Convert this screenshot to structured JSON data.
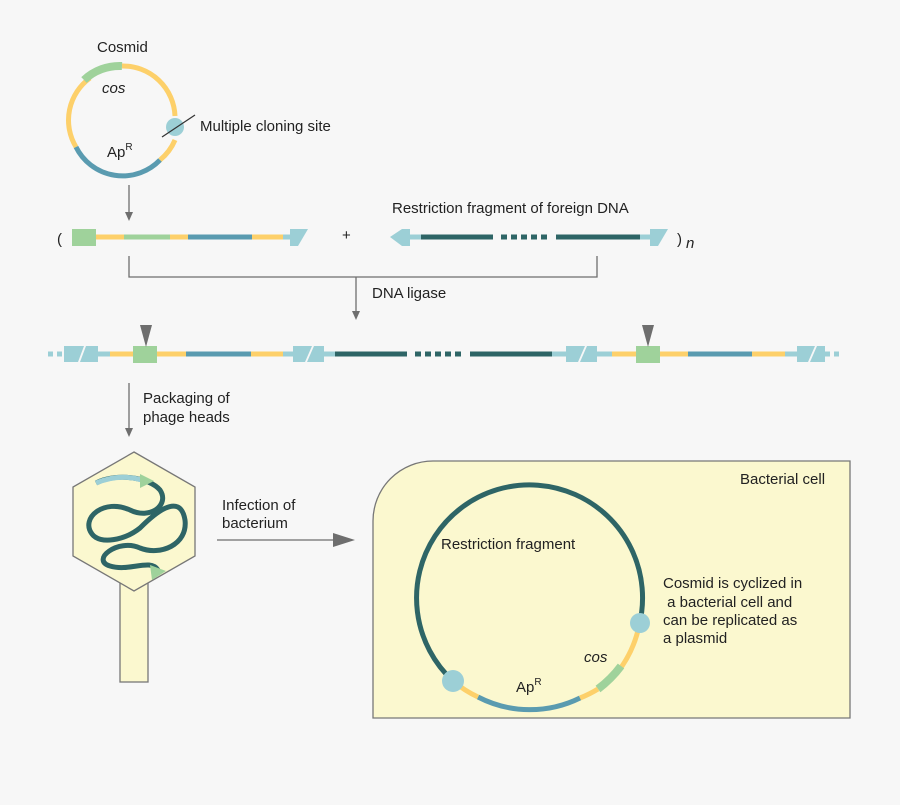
{
  "labels": {
    "cosmid": "Cosmid",
    "cos_top": "cos",
    "ap_top": "Ap",
    "ap_sup": "R",
    "mcs": "Multiple cloning site",
    "restriction_fragment_foreign": "Restriction fragment of foreign DNA",
    "paren_open": "(",
    "plus": "+",
    "paren_close": ")",
    "n": "n",
    "dna_ligase": "DNA ligase",
    "packaging_line1": "Packaging of",
    "packaging_line2": "phage heads",
    "infection_line1": "Infection of",
    "infection_line2": "bacterium",
    "bacterial_cell": "Bacterial cell",
    "restriction_fragment": "Restriction fragment",
    "cyclized_line1": "Cosmid is cyclized in",
    "cyclized_line2": " a bacterial cell and",
    "cyclized_line3": "can be replicated as",
    "cyclized_line4": "a plasmid",
    "cos_bottom": "cos",
    "ap_bottom": "Ap",
    "ap_bottom_sup": "R"
  },
  "colors": {
    "background": "#f7f7f7",
    "cos_green": "#9fd29b",
    "yellow": "#fdd06a",
    "blue": "#5a9bb0",
    "light_blue": "#9ccfd6",
    "dark_teal": "#2e6566",
    "cell_fill": "#fbf8cf",
    "arrow_gray": "#6e6e6e"
  }
}
